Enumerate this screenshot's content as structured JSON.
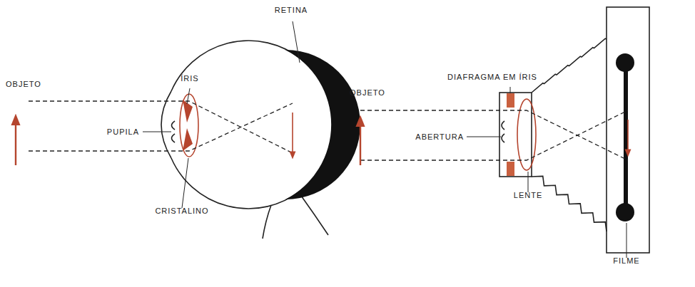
{
  "diagram": {
    "labels": [
      "ÍRIS",
      "RETINA",
      "OBJETO",
      "PUPILA",
      "CRISTALINO",
      "DIAFRAGMA EM ÍRIS",
      "OBJETO",
      "ABERTURA",
      "LENTE",
      "FILME"
    ]
  }
}
